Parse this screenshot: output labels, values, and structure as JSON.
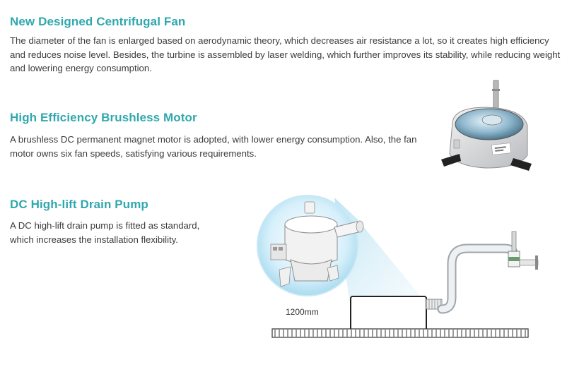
{
  "sections": [
    {
      "title": "New Designed Centrifugal Fan",
      "body": "The diameter of the fan is enlarged based on aerodynamic theory, which decreases air resistance a lot, so it creates high efficiency and reduces noise level. Besides, the turbine is assembled by laser welding, which further improves its stability, while reducing weight and lowering energy consumption."
    },
    {
      "title": "High Efficiency Brushless Motor",
      "body": "A brushless DC permanent magnet motor is adopted, with lower energy consumption. Also, the fan motor owns six fan speeds, satisfying various requirements."
    },
    {
      "title": "DC High-lift Drain Pump",
      "body": "A DC high-lift drain pump is fitted as standard, which increases the installation flexibility."
    }
  ],
  "diagram": {
    "height_label": "1200mm"
  },
  "colors": {
    "accent": "#2fa8ad",
    "text": "#3b3b3b",
    "bubble": "#bfe6f5"
  }
}
